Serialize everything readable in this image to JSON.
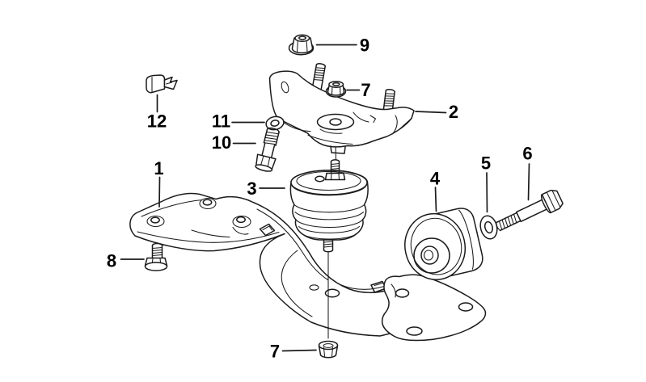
{
  "figure": {
    "kind": "exploded-parts-line-diagram",
    "subject": "gearbox-crossmember-and-mounts"
  },
  "colors": {
    "background": "#ffffff",
    "line": "#1b1b1b",
    "label_text": "#000000"
  },
  "callouts": [
    {
      "number": "1",
      "points_to": "crossmember"
    },
    {
      "number": "2",
      "points_to": "support-bracket"
    },
    {
      "number": "3",
      "points_to": "rubber-mount"
    },
    {
      "number": "4",
      "points_to": "cylindrical-bushing"
    },
    {
      "number": "5",
      "points_to": "washer"
    },
    {
      "number": "6",
      "points_to": "hex-bolt"
    },
    {
      "number": "7",
      "points_to": "flange-nut-upper"
    },
    {
      "number": "7",
      "points_to": "flange-nut-lower"
    },
    {
      "number": "8",
      "points_to": "flange-screw"
    },
    {
      "number": "9",
      "points_to": "flange-nut-top"
    },
    {
      "number": "10",
      "points_to": "fit-bolt"
    },
    {
      "number": "11",
      "points_to": "small-washer"
    },
    {
      "number": "12",
      "points_to": "retaining-clip"
    }
  ]
}
